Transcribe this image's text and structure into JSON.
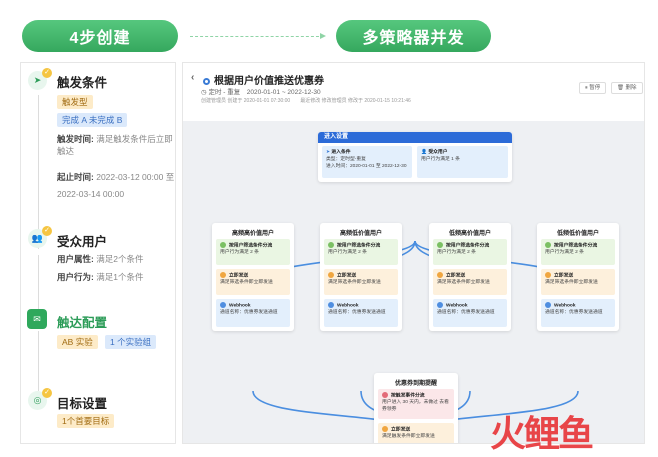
{
  "header": {
    "left_pill": "4步创建",
    "right_pill": "多策略器并发"
  },
  "steps": {
    "trigger": {
      "title": "触发条件",
      "tag_type": "触发型",
      "tag_done": "完成 A 未完成 B",
      "time_label": "触发时间:",
      "time_value": "满足触发条件后立即触达",
      "range_label": "起止时间:",
      "range_value": "2022-03-12 00:00 至 2022-03-14 00:00"
    },
    "audience": {
      "title": "受众用户",
      "attr_label": "用户属性:",
      "attr_value": "满足2个条件",
      "behav_label": "用户行为:",
      "behav_value": "满足1个条件"
    },
    "reach": {
      "title": "触达配置",
      "tag_ab": "AB 实验",
      "tag_groups": "1 个实验组"
    },
    "goal": {
      "title": "目标设置",
      "tag_goal": "1个首要目标"
    }
  },
  "flow": {
    "title": "根据用户价值推送优惠券",
    "meta": "定时 - 重复　2020-01-01 ~ 2022-12-30",
    "meta2": "创建管理员 创建于 2020-01-01 07:30:00　　最近修改 修改管理员 修改于 2020-01-15 10:21:46",
    "btn_pause": "暂停",
    "btn_delete": "删除",
    "entry": {
      "head": "进入设置",
      "cond_title": "进入条件",
      "cond_l1": "类型：定时型-重复",
      "cond_l2": "进入时间：2020-01-01 至 2022-12-30",
      "aud_title": "受众用户",
      "aud_l1": "用户行为满足 1 条"
    },
    "branches": [
      {
        "title": "高频高价值用户",
        "f_title": "按用户筛选条件分流",
        "f_text": "用户行为满足 2 条",
        "s_title": "立即发送",
        "s_text": "满足筛选条件即立即发送",
        "w_title": "Webhook",
        "w_text": "通道名称：优惠券发送通道"
      },
      {
        "title": "高频低价值用户",
        "f_title": "按用户筛选条件分流",
        "f_text": "用户行为满足 2 条",
        "s_title": "立即发送",
        "s_text": "满足筛选条件即立即发送",
        "w_title": "Webhook",
        "w_text": "通道名称：优惠券发送通道"
      },
      {
        "title": "低频高价值用户",
        "f_title": "按用户筛选条件分流",
        "f_text": "用户行为满足 2 条",
        "s_title": "立即发送",
        "s_text": "满足筛选条件即立即发送",
        "w_title": "Webhook",
        "w_text": "通道名称：优惠券发送通道"
      },
      {
        "title": "低频低价值用户",
        "f_title": "按用户筛选条件分流",
        "f_text": "用户行为满足 2 条",
        "s_title": "立即发送",
        "s_text": "满足筛选条件即立即发送",
        "w_title": "Webhook",
        "w_text": "通道名称：优惠券发送通道"
      }
    ],
    "final": {
      "title": "优惠券到期提醒",
      "e_title": "按触发事件分流",
      "e_text": "用户进入 30 天内，未做过 去看券领券",
      "s_title": "立即发送",
      "s_text": "满足触发条件即立即发送"
    }
  },
  "watermark": "火鲤鱼"
}
